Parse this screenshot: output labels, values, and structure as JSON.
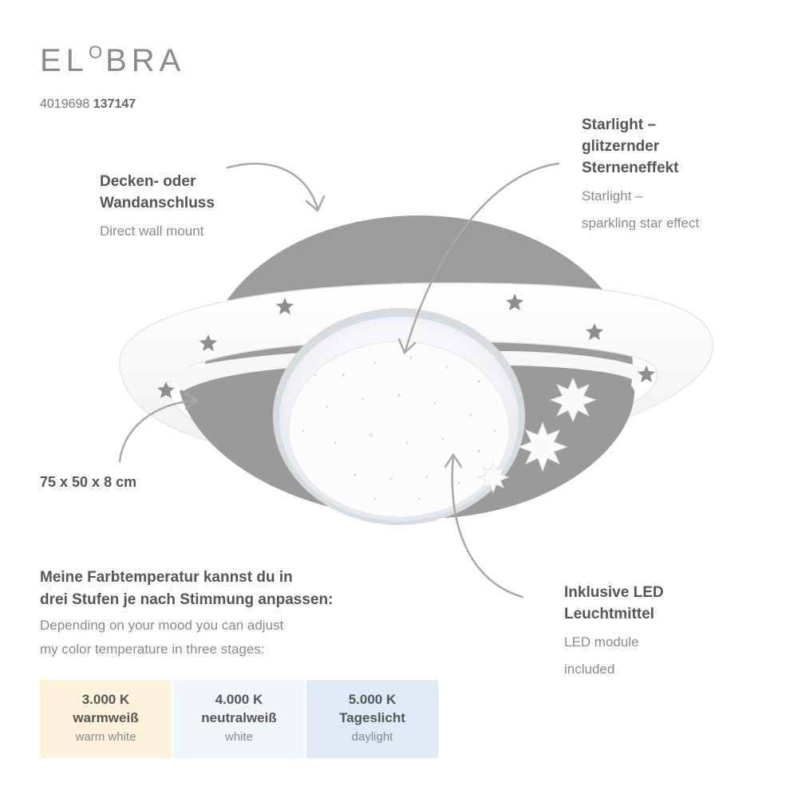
{
  "brand": {
    "logo_left": "EL",
    "logo_o": "O",
    "logo_right": "BRA"
  },
  "article": {
    "prefix": "4019698",
    "number": "137147"
  },
  "annotations": {
    "mount": {
      "title_line1": "Decken- oder",
      "title_line2": "Wandanschluss",
      "subtitle": "Direct wall mount"
    },
    "starlight": {
      "title_line1": "Starlight –",
      "title_line2": "glitzernder",
      "title_line3": "Sterneneffekt",
      "subtitle_line1": "Starlight –",
      "subtitle_line2": "sparkling star effect"
    },
    "size": "75 x 50 x 8 cm",
    "led": {
      "title_line1": "Inklusive LED",
      "title_line2": "Leuchtmittel",
      "subtitle_line1": "LED module",
      "subtitle_line2": "included"
    }
  },
  "color_text": {
    "de_line1": "Meine Farbtemperatur kannst du in",
    "de_line2": "drei Stufen je nach Stimmung  anpassen:",
    "en_line1": "Depending on your mood you can adjust",
    "en_line2": "my color temperature in three stages:"
  },
  "color_stages": [
    {
      "kelvin": "3.000 K",
      "name_de": "warmweiß",
      "name_en": "warm white",
      "color": "#fcf1da"
    },
    {
      "kelvin": "4.000 K",
      "name_de": "neutralweiß",
      "name_en": "white",
      "color": "#f1f6fb"
    },
    {
      "kelvin": "5.000 K",
      "name_de": "Tageslicht",
      "name_en": "daylight",
      "color": "#dfeaf6"
    }
  ],
  "colors": {
    "lamp_grey": "#9b9b9b",
    "ring_white": "#fbfbfb",
    "arrow": "#a8a8a8",
    "text": "#555555"
  }
}
